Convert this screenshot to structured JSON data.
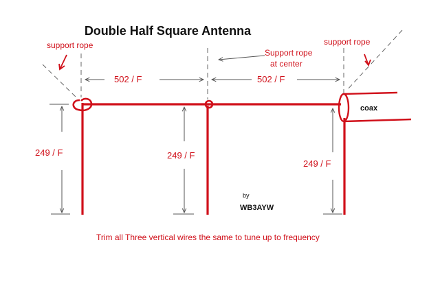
{
  "title": "Double Half Square Antenna",
  "labels": {
    "support_rope_left": "support rope",
    "support_rope_center_line1": "Support rope",
    "support_rope_center_line2": "at center",
    "support_rope_right": "support rope",
    "coax": "coax",
    "span_left": "502 / F",
    "span_right": "502 / F",
    "height_left": "249 / F",
    "height_center": "249 / F",
    "height_right": "249 / F",
    "by": "by",
    "author": "WB3AYW",
    "footer": "Trim all Three vertical wires the same to tune up to frequency"
  },
  "colors": {
    "wire": "#d0101a",
    "dimension_line": "#555555",
    "text": "#111111"
  }
}
